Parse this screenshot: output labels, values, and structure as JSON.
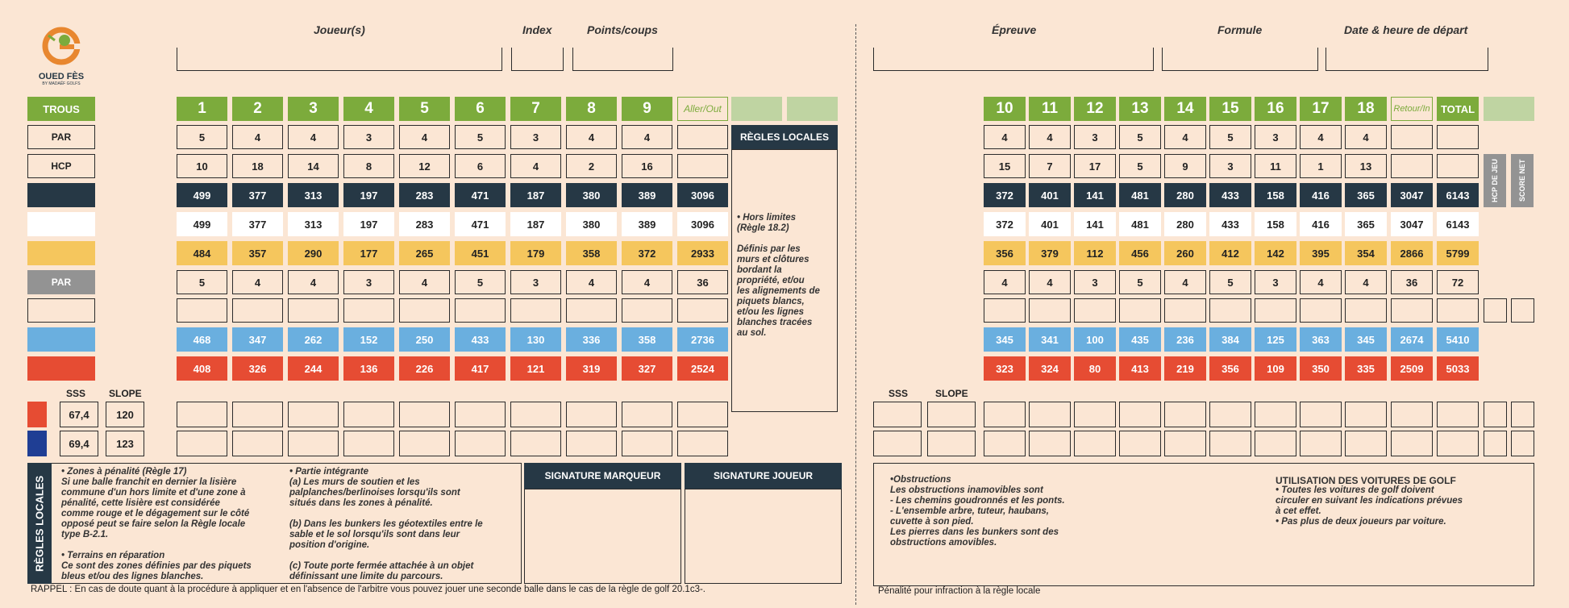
{
  "logo": {
    "name": "OUED FÈS",
    "sub": "BY MADAËF GOLFS"
  },
  "headers_left": {
    "players": "Joueur(s)",
    "index": "Index",
    "points": "Points/coups"
  },
  "headers_right": {
    "event": "Épreuve",
    "formula": "Formule",
    "date": "Date & heure de départ"
  },
  "row_labels": {
    "holes": "TROUS",
    "par": "PAR",
    "hcp": "HCP",
    "par2": "PAR"
  },
  "front": {
    "holes": [
      "1",
      "2",
      "3",
      "4",
      "5",
      "6",
      "7",
      "8",
      "9"
    ],
    "out_label": "Aller/Out",
    "par": [
      "5",
      "4",
      "4",
      "3",
      "4",
      "5",
      "3",
      "4",
      "4"
    ],
    "hcp": [
      "10",
      "18",
      "14",
      "8",
      "12",
      "6",
      "4",
      "2",
      "16"
    ],
    "black": [
      "499",
      "377",
      "313",
      "197",
      "283",
      "471",
      "187",
      "380",
      "389",
      "3096"
    ],
    "white": [
      "499",
      "377",
      "313",
      "197",
      "283",
      "471",
      "187",
      "380",
      "389",
      "3096"
    ],
    "yellow": [
      "484",
      "357",
      "290",
      "177",
      "265",
      "451",
      "179",
      "358",
      "372",
      "2933"
    ],
    "par2": [
      "5",
      "4",
      "4",
      "3",
      "4",
      "5",
      "3",
      "4",
      "4",
      "36"
    ],
    "blue": [
      "468",
      "347",
      "262",
      "152",
      "250",
      "433",
      "130",
      "336",
      "358",
      "2736"
    ],
    "red": [
      "408",
      "326",
      "244",
      "136",
      "226",
      "417",
      "121",
      "319",
      "327",
      "2524"
    ]
  },
  "back": {
    "holes": [
      "10",
      "11",
      "12",
      "13",
      "14",
      "15",
      "16",
      "17",
      "18"
    ],
    "in_label": "Retour/In",
    "total_label": "TOTAL",
    "par": [
      "4",
      "4",
      "3",
      "5",
      "4",
      "5",
      "3",
      "4",
      "4"
    ],
    "hcp": [
      "15",
      "7",
      "17",
      "5",
      "9",
      "3",
      "11",
      "1",
      "13"
    ],
    "black": [
      "372",
      "401",
      "141",
      "481",
      "280",
      "433",
      "158",
      "416",
      "365",
      "3047",
      "6143"
    ],
    "white": [
      "372",
      "401",
      "141",
      "481",
      "280",
      "433",
      "158",
      "416",
      "365",
      "3047",
      "6143"
    ],
    "yellow": [
      "356",
      "379",
      "112",
      "456",
      "260",
      "412",
      "142",
      "395",
      "354",
      "2866",
      "5799"
    ],
    "par2": [
      "4",
      "4",
      "3",
      "5",
      "4",
      "5",
      "3",
      "4",
      "4",
      "36",
      "72"
    ],
    "blue": [
      "345",
      "341",
      "100",
      "435",
      "236",
      "384",
      "125",
      "363",
      "345",
      "2674",
      "5410"
    ],
    "red": [
      "323",
      "324",
      "80",
      "413",
      "219",
      "356",
      "109",
      "350",
      "335",
      "2509",
      "5033"
    ]
  },
  "side_labels": {
    "hcp_game": "HCP DE JEU",
    "net_score": "SCORE NET"
  },
  "local_rules_box": {
    "title": "RÈGLES LOCALES",
    "text": "• Hors limites\n(Règle 18.2)\n\nDéfinis par les\nmurs et clôtures\nbordant la\npropriété, et/ou\nles alignements de\npiquets blancs,\n et/ou les lignes\nblanches tracées\nau sol."
  },
  "sss_slope": {
    "sss_label": "SSS",
    "slope_label": "SLOPE",
    "rows": [
      {
        "color": "#e64c33",
        "sss": "67,4",
        "slope": "120"
      },
      {
        "color": "#1f3e94",
        "sss": "69,4",
        "slope": "123"
      }
    ]
  },
  "bottom_rules": {
    "title": "RÈGLES LOCALES",
    "col1": "• Zones à pénalité (Règle 17)\nSi une balle franchit en dernier la lisière\ncommune d'un hors limite et d'une zone à\npénalité, cette lisière est considérée\ncomme rouge et le dégagement sur le côté\nopposé peut se faire selon la Règle locale\ntype B-2.1.\n\n• Terrains en réparation\nCe sont des zones définies par des piquets\nbleus et/ou des lignes blanches.",
    "col2": "• Partie intégrante\n(a) Les murs de soutien et les\npalplanches/berlinoises lorsqu'ils sont\nsitués dans les zones à pénalité.\n\n(b) Dans les bunkers les géotextiles entre le\nsable et le sol lorsqu'ils sont dans leur\nposition d'origine.\n\n(c) Toute porte fermée attachée à un objet\ndéfinissant une limite du parcours."
  },
  "signatures": {
    "marker": "SIGNATURE MARQUEUR",
    "player": "SIGNATURE JOUEUR"
  },
  "right_rules": {
    "obstructions": "•Obstructions\nLes obstructions inamovibles sont\n- Les chemins goudronnés et les ponts.\n- L'ensemble arbre, tuteur, haubans,\ncuvette à son pied.\nLes pierres dans les bunkers sont des\nobstructions amovibles.",
    "carts_title": "UTILISATION DES VOITURES DE GOLF",
    "carts": "• Toutes les voitures de golf doivent\ncirculer en suivant les indications prévues\nà cet effet.\n• Pas plus de deux joueurs par voiture."
  },
  "footer": {
    "reminder": "RAPPEL : En cas de doute quant à la procédure à appliquer et en l'absence de l'arbitre  vous pouvez jouer une seconde balle dans le cas de la règle de golf 20.1c3-.",
    "penalty": "Pénalité pour infraction à la règle locale"
  },
  "colors": {
    "green": "#7cab3c",
    "navy": "#263845",
    "yellow": "#f5c65d",
    "grey": "#939393",
    "blue": "#6aafdf",
    "red": "#e64c33",
    "background": "#fbe6d4"
  }
}
